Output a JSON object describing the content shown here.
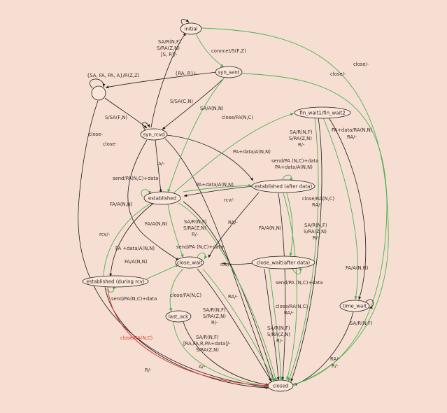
{
  "states": {
    "initial": "initial",
    "syn_sent": "syn_sent",
    "syn_rcvd": "syn_rcvd",
    "established": "established",
    "established_after_data": "established (after data)",
    "fin_wait": "fin_wait1/fin_wait2",
    "close_wait": "close_wait",
    "close_wait_after_data": "close_wait(after data)",
    "established_during_rcv": "established (during rcv)",
    "last_ack": "last_ack",
    "time_wait": "time_wait",
    "closed": "closed"
  },
  "edge_labels": {
    "init_loop_1": "SA/R(N,F)",
    "init_loop_2": "S/RA(Z,N)",
    "init_loop_3": "[S, R]/-",
    "connect": "conncet/S(F,Z)",
    "close_initial": "close/-",
    "close_synsent": "close/-",
    "loop_node": "{SA, FA, PA, A}/R(Z,Z)",
    "ra_r": "{RA, R}/-",
    "s_sa_cn": "S/SA(C,N)",
    "sa_a_nn": "SA/A(N,N)",
    "s_sa_fn": "S/SA(F,N)",
    "close_fa_nc": "close/FA(N,C)",
    "close_left": "close-",
    "close_left2": "close-",
    "fin_sa_1": "SA/R(N,F)",
    "fin_sa_2": "S/RA(Z,N)",
    "fin_sa_3": "R/-",
    "pa_data_ra": "PA+data/RA(N,N)",
    "ra_fin": "RA/-",
    "a_minus": "A/-",
    "pa_data_a_nn": "PA+data/A(N,N)",
    "send_pa_est": "send/PA(N,C)+data",
    "send_pa_ead_1": "send/PA (N,C)+data",
    "send_pa_ead_2": "PA+data/A(N,N)",
    "pa_data_a_nn_2": "PA+data/A(N,N)",
    "rcv_minus": "rcv/-",
    "fa_a_nn_1": "FA/A(N,N)",
    "close_ra_nc_1": "close/RA(N,C)",
    "ra_minus_1": "RA/-",
    "fa_a_nn_2": "FA/A(N,N)",
    "est_sa_1": "SA/R(N,F)",
    "est_sa_2": "S/RA(Z,N)",
    "est_sa_3": "R/-",
    "ra_minus_2": "RA/-",
    "fa_a_nn_3": "FA/A(N,N)",
    "ead_sa_1": "SA/R(N,F)",
    "ead_sa_2": "S/RA(Z,N)",
    "ead_sa_3": "R/-",
    "rcv_minus_2": "rcv/-",
    "send_pa_est2": "send/PA (N,C)+data",
    "pa_data_a_nn_3": "PA +data/A(N,N)",
    "fa_a_nn_4": "FA/A(N,N)",
    "rcv_minus_3": "rcv/-",
    "send_pa_cwad": "send/PA (N,C)+data",
    "fa_a_nn_5": "FA/A(N,N)",
    "send_pa_edr": "send/PA(N,C)+data",
    "close_fa_nc_2": "close/FA(N,C)",
    "ra_minus_3": "RA/-",
    "cw_sa_1": "SA/R(N,F)",
    "cw_sa_2": "S/RA(Z,N)",
    "cw_sa_3": "R/-",
    "close_ra_nc_2": "close/RA(N,C)",
    "ra_minus_4": "RA/-",
    "cwad_sa_1": "SA/R(N,F)",
    "cwad_sa_2": "S/RA(Z,N)",
    "cwad_sa_3": "R/-",
    "close_ra_red": "close/RA(N,C)",
    "la_sa_1": "SA/R(N,F)",
    "la_sa_2": "[RA,FA,R,PA+data]/-",
    "la_sa_3": "S/RA(Z,N)",
    "a_minus_2": "A/-",
    "r_minus": "R/-",
    "tw_sa": "SA/R(N,F)",
    "tw_ra_1": "RA/-",
    "tw_ra_2": "R/-"
  },
  "colors": {
    "background": "#f6dfd2",
    "black_edge": "#1c1c1c",
    "green_edge": "#49b04f",
    "red_edge": "#e0342c"
  }
}
